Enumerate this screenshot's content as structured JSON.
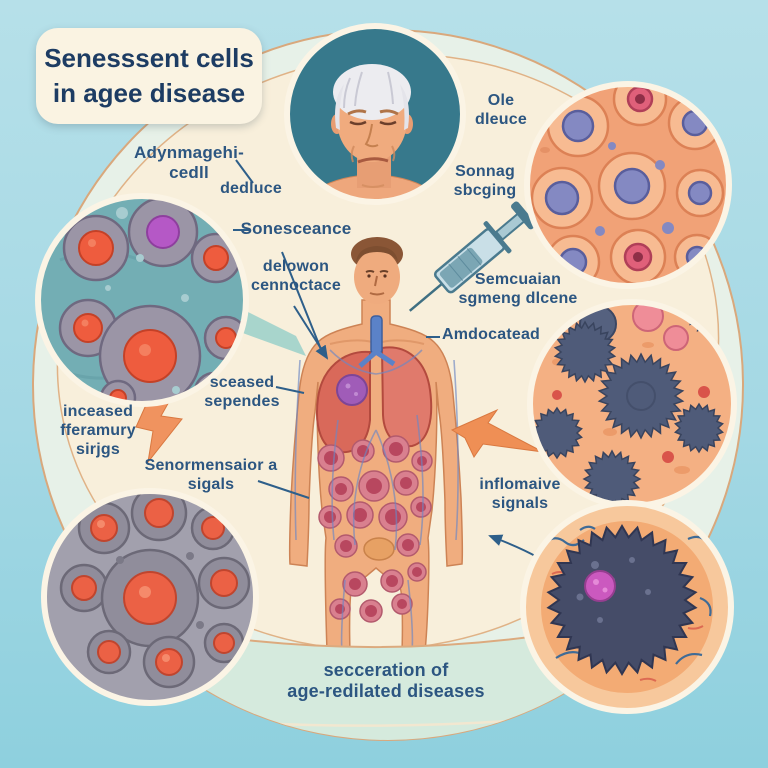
{
  "title": "Senesssent cells\nin agee disease",
  "callouts": {
    "adynmagehi": "Adynmagehi-\ncedll",
    "dedluce": "dedluce",
    "sonesceance": "Sonesceance",
    "delowon": "delowon\ncennoctace",
    "ole_dleuce": "Ole\ndleuce",
    "sonnag": "Sonnag\nsbcging",
    "semcuaian": "Semcuaian\nsgmeng dlcene",
    "amdocatead": "Amdocatead",
    "sceased": "sceased\nsependes",
    "inceased": "inceased\nfferamury\nsirjgs",
    "senormensaior": "Senormensaior a\nsigals",
    "inflomaive": "inflomaive\nsignals"
  },
  "caption": "secceration of\nage-redilated diseases",
  "colors": {
    "title_navy": "#1d3c63",
    "label_blue": "#2c5681",
    "accent_orange": "#ef8f55",
    "sky_blue": "#a4d8e4",
    "mint_band": "#d5eadd",
    "cream": "#f8efdb",
    "portrait_teal": "#37798c",
    "cell_orange_nucleus": "#ee5c3e",
    "spiky_cell_dark": "#4f5b79"
  }
}
